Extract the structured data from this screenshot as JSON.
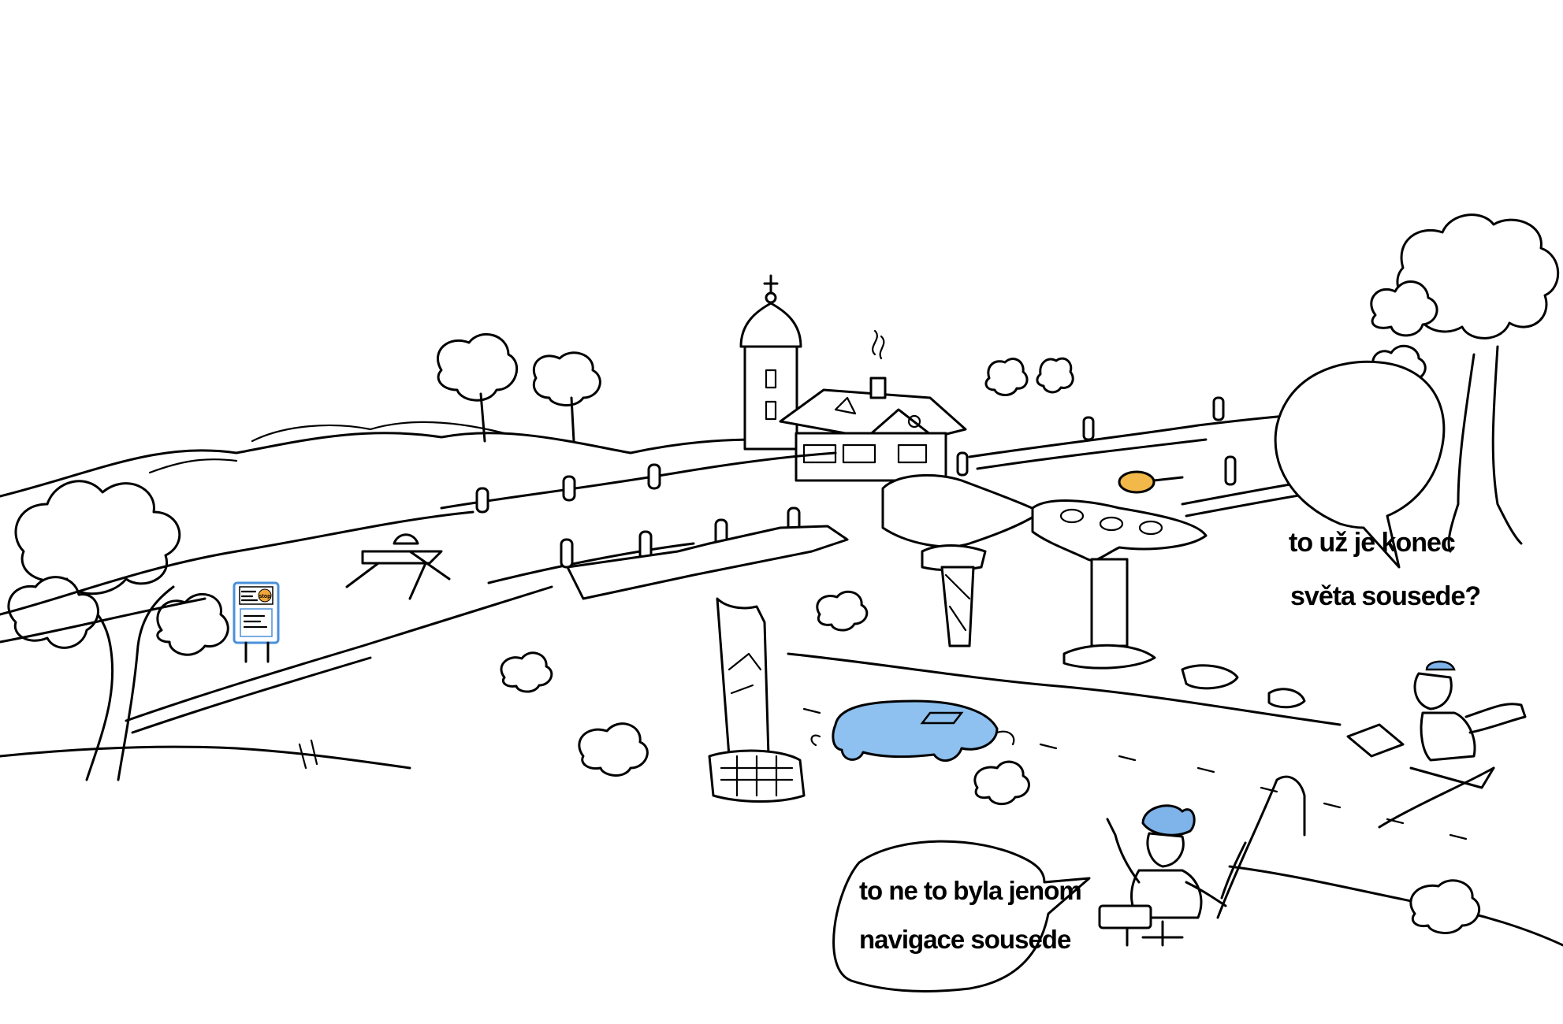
{
  "speech_bubbles": [
    {
      "line1": "to už je konec",
      "line2": "světa sousede?"
    },
    {
      "line1": "to ne to byla jenom",
      "line2": "navigace sousede"
    }
  ],
  "sign": {
    "badge": "stop"
  },
  "colors": {
    "ink": "#000000",
    "paper": "#ffffff",
    "car": "#8ec1ef",
    "hat": "#7fb4ea",
    "sign_border": "#4a90d9",
    "badge": "#f0a63a",
    "pan": "#f2b84a"
  },
  "icons": [
    "church-tower-icon",
    "house-icon",
    "broken-bridge-icon",
    "car-icon",
    "frying-pan-icon",
    "fisherman-icon",
    "road-sign-icon",
    "tree-icon"
  ]
}
